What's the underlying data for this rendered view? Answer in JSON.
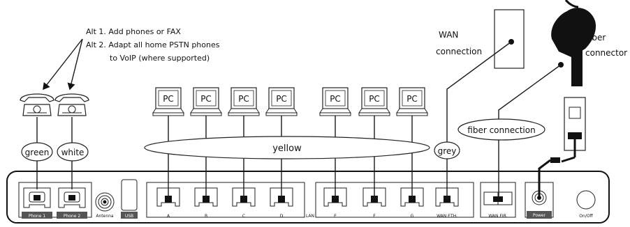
{
  "notes": {
    "alt1": "Alt 1. Add phones or FAX",
    "alt2": "Alt 2. Adapt all home PSTN phones",
    "alt2b": "to VoIP (where supported)"
  },
  "labels": {
    "wan_connection_1": "WAN",
    "wan_connection_2": "connection",
    "fiber_connector_1": "Fiber",
    "fiber_connector_2": "connector",
    "fiber_connection": "fiber connection",
    "yellow": "yellow",
    "grey": "grey",
    "green": "green",
    "white": "white",
    "pc": "PC"
  },
  "ports": {
    "phone1": "Phone 1",
    "phone2": "Phone 2",
    "antenna": "Antenna",
    "usb": "USB",
    "a": "A",
    "b": "B",
    "c": "C",
    "d": "D",
    "lan": "LAN",
    "e": "E",
    "f": "F",
    "g": "G",
    "wan_eth": "WAN ETH.",
    "wan_fib": "WAN FIB.",
    "power": "Power",
    "onoff": "On/Off"
  },
  "colors": {
    "ink": "#111111",
    "badge": "#555555"
  }
}
